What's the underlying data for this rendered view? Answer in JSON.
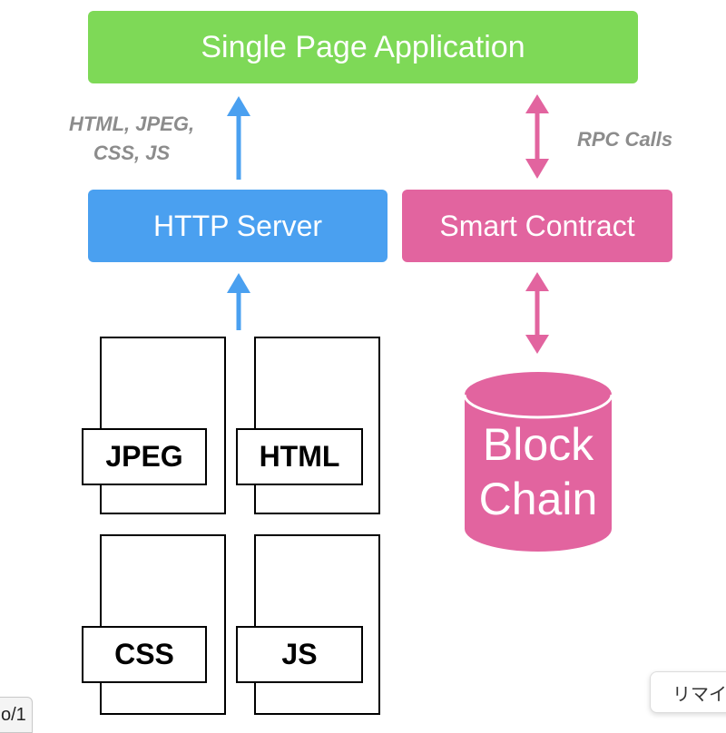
{
  "diagram": {
    "spa_label": "Single Page Application",
    "http_server_label": "HTTP Server",
    "smart_contract_label": "Smart Contract",
    "files_label_line1": "HTML, JPEG,",
    "files_label_line2": "CSS, JS",
    "rpc_label": "RPC Calls",
    "blockchain_line1": "Block",
    "blockchain_line2": "Chain",
    "files": {
      "jpeg": "JPEG",
      "html": "HTML",
      "css": "CSS",
      "js": "JS"
    }
  },
  "colors": {
    "spa": "#7ed957",
    "http_server": "#4aa0f0",
    "smart_contract": "#e2649f",
    "label_gray": "#8c8c8c"
  },
  "footer": {
    "page_indicator": "o/1",
    "remind_button": "リマイ"
  }
}
